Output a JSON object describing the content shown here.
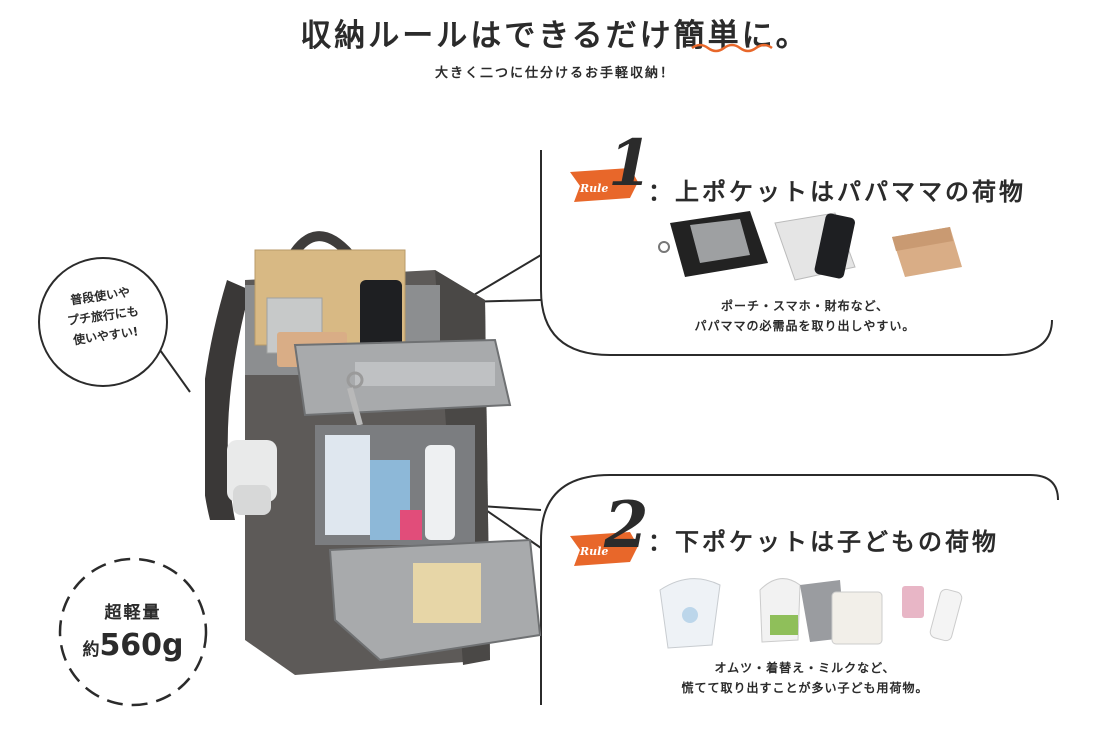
{
  "header": {
    "title": "収納ルールはできるだけ簡単に。",
    "subtitle": "大きく二つに仕分けるお手軽収納！"
  },
  "side_bubble": {
    "lines": [
      "普段使いや",
      "プチ旅行にも",
      "使いやすい!"
    ]
  },
  "weight_badge": {
    "label": "超軽量",
    "prefix": "約",
    "value": "560g"
  },
  "rules": [
    {
      "tag": "Rule",
      "number": "1",
      "heading": "：上ポケットはパパママの荷物",
      "desc_lines": [
        "ポーチ・スマホ・財布など、",
        "パパママの必需品を取り出しやすい。"
      ],
      "items": [
        "pouch-icon",
        "phone-towel-icon",
        "wallet-icon"
      ]
    },
    {
      "tag": "Rule",
      "number": "2",
      "heading": "：下ポケットは子どもの荷物",
      "desc_lines": [
        "オムツ・着替え・ミルクなど、",
        "慌てて取り出すことが多い子ども用荷物。"
      ],
      "items": [
        "diaper-icon",
        "baby-clothes-icon",
        "baby-bottle-icon"
      ]
    }
  ],
  "colors": {
    "accent": "#e8672a",
    "ink": "#2b2b2b",
    "bag_body": "#5d5a58",
    "bag_mesh": "#a8aaac"
  }
}
